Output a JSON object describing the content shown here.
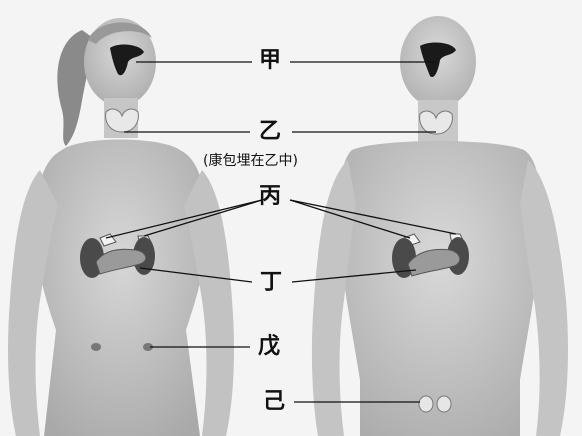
{
  "labels": {
    "jia": "甲",
    "yi": "乙",
    "yi_note": "(康包埋在乙中)",
    "bing": "丙",
    "ding": "丁",
    "wu": "戊",
    "ji": "己"
  }
}
